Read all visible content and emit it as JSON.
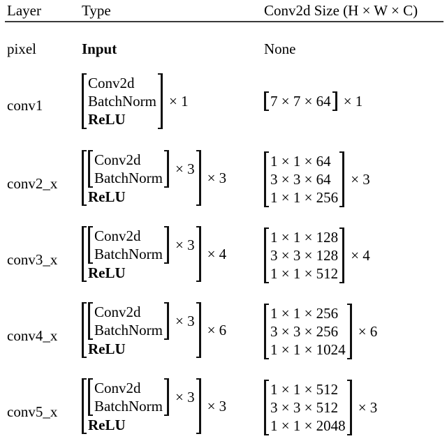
{
  "table": {
    "caption_present": false,
    "columns": [
      {
        "key": "layer",
        "label": "Layer"
      },
      {
        "key": "type",
        "label": "Type"
      },
      {
        "key": "size",
        "label": "Conv2d Size (H × W × C)"
      }
    ],
    "rows": [
      {
        "layer": "pixel",
        "type_simple": "Input",
        "type_bold": true,
        "size_simple": "None"
      },
      {
        "layer": "conv1",
        "type_stack": [
          "Conv2d",
          "BatchNorm",
          "ReLU"
        ],
        "type_mult": "× 1",
        "size_stack": [
          "7 × 7 × 64"
        ],
        "size_mult": "× 1"
      },
      {
        "layer": "conv2_x",
        "type_inner_stack": [
          "Conv2d",
          "BatchNorm"
        ],
        "type_inner_mult": "× 3",
        "type_outer_extra": "ReLU",
        "type_outer_mult": "× 3",
        "size_stack": [
          "1 × 1 × 64",
          "3 × 3 × 64",
          "1 × 1 × 256"
        ],
        "size_mult": "× 3"
      },
      {
        "layer": "conv3_x",
        "type_inner_stack": [
          "Conv2d",
          "BatchNorm"
        ],
        "type_inner_mult": "× 3",
        "type_outer_extra": "ReLU",
        "type_outer_mult": "× 4",
        "size_stack": [
          "1 × 1 × 128",
          "3 × 3 × 128",
          "1 × 1 × 512"
        ],
        "size_mult": "× 4"
      },
      {
        "layer": "conv4_x",
        "type_inner_stack": [
          "Conv2d",
          "BatchNorm"
        ],
        "type_inner_mult": "× 3",
        "type_outer_extra": "ReLU",
        "type_outer_mult": "× 6",
        "size_stack": [
          "1 × 1 × 256",
          "3 × 3 × 256",
          "1 × 1 × 1024"
        ],
        "size_mult": "× 6"
      },
      {
        "layer": "conv5_x",
        "type_inner_stack": [
          "Conv2d",
          "BatchNorm"
        ],
        "type_inner_mult": "× 3",
        "type_outer_extra": "ReLU",
        "type_outer_mult": "× 3",
        "size_stack": [
          "1 × 1 × 512",
          "3 × 3 × 512",
          "1 × 1 × 2048"
        ],
        "size_mult": "× 3"
      }
    ]
  },
  "style": {
    "rule_color": "#3a3a3a",
    "text_color": "#000000",
    "background": "#ffffff"
  }
}
